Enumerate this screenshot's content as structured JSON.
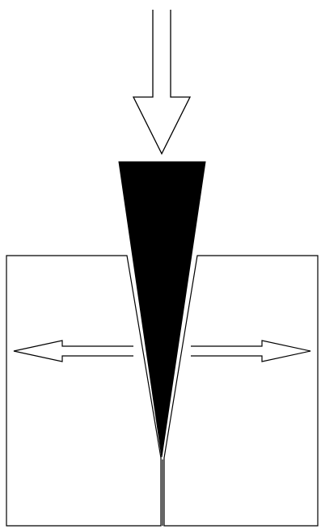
{
  "diagram": {
    "type": "wedge-splitting",
    "colors": {
      "background": "#ffffff",
      "stroke": "#000000",
      "wedge_fill": "#000000",
      "arrow_fill": "#ffffff"
    },
    "elements": [
      "down-arrow-icon",
      "wedge",
      "left-block",
      "right-block",
      "left-arrow-icon",
      "right-arrow-icon",
      "crack-line"
    ]
  }
}
